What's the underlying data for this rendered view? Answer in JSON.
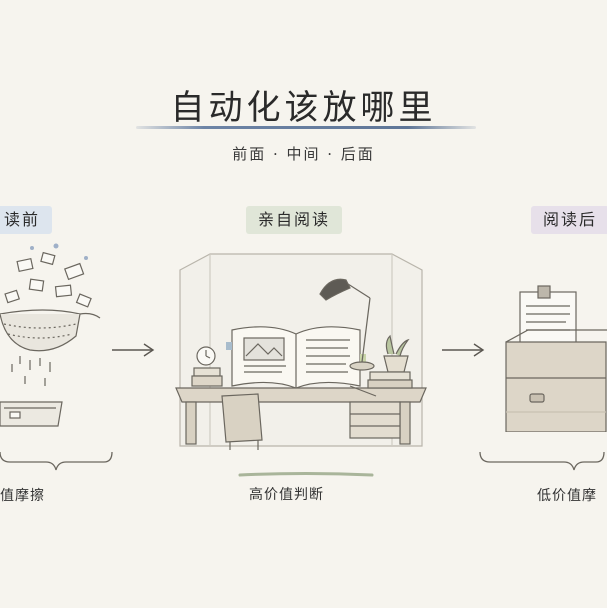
{
  "title": "自动化该放哪里",
  "subtitle": "前面 · 中间 · 后面",
  "stages": [
    {
      "label": "读前",
      "caption": "值摩擦",
      "illustration": "colander-filter-icon",
      "label_color": "#dde5ee"
    },
    {
      "label": "亲自阅读",
      "caption": "高价值判断",
      "illustration": "desk-reading-icon",
      "label_color": "#e0e6d8"
    },
    {
      "label": "阅读后",
      "caption": "低价值摩",
      "illustration": "card-file-box-icon",
      "label_color": "#e7e0ea"
    }
  ],
  "colors": {
    "background": "#f6f4ee",
    "title_underline": "#6d84a6",
    "ink": "#5a5650"
  }
}
